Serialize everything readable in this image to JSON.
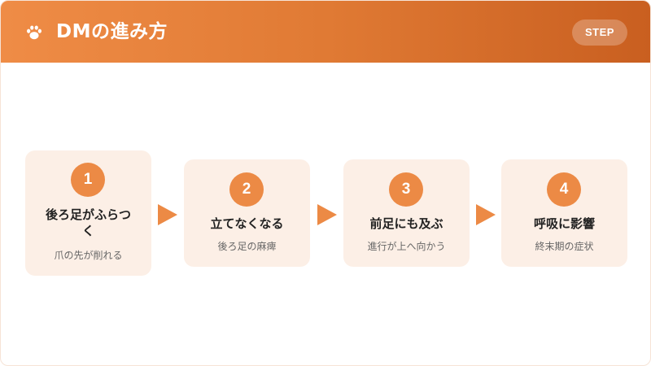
{
  "header": {
    "title": "DMの進み方",
    "badge": "STEP",
    "icon": "paw-icon"
  },
  "colors": {
    "accent": "#ec8a45",
    "header_start": "#ef8c46",
    "header_end": "#c95f20",
    "card_bg": "#fcefe6"
  },
  "steps": [
    {
      "number": "1",
      "title_line1": "後ろ足がふらつ",
      "title_line2": "く",
      "subtitle": "爪の先が削れる"
    },
    {
      "number": "2",
      "title": "立てなくなる",
      "subtitle": "後ろ足の麻痺"
    },
    {
      "number": "3",
      "title": "前足にも及ぶ",
      "subtitle": "進行が上へ向かう"
    },
    {
      "number": "4",
      "title": "呼吸に影響",
      "subtitle": "終末期の症状"
    }
  ]
}
